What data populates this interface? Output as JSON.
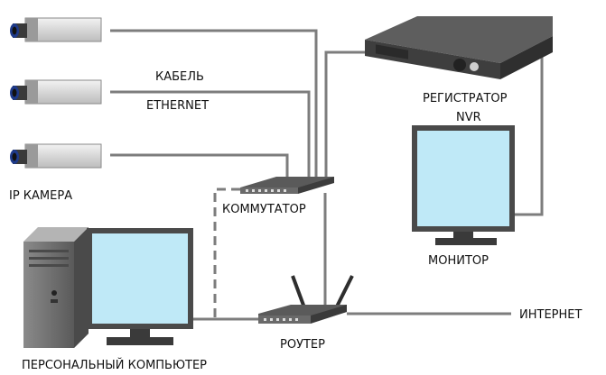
{
  "labels": {
    "cameras": "IP КАМЕРА",
    "cable_line1": "КАБЕЛЬ",
    "cable_line2": "ETHERNET",
    "nvr_line1": "РЕГИСТРАТОР",
    "nvr_line2": "NVR",
    "switch": "КОММУТАТОР",
    "monitor": "МОНИТОР",
    "router": "РОУТЕР",
    "internet": "ИНТЕРНЕТ",
    "pc": "ПЕРСОНАЛЬНЫЙ КОМПЬЮТЕР"
  },
  "colors": {
    "cable": "#7d7d7d",
    "device_dark": "#4a4a4a",
    "device_mid": "#6d6d6d",
    "screen": "#bfe9f7",
    "camera_body": "#dcdcdc"
  },
  "icons": [
    "ip-camera-icon",
    "nvr-recorder-icon",
    "monitor-icon",
    "network-switch-icon",
    "router-icon",
    "pc-tower-icon"
  ]
}
